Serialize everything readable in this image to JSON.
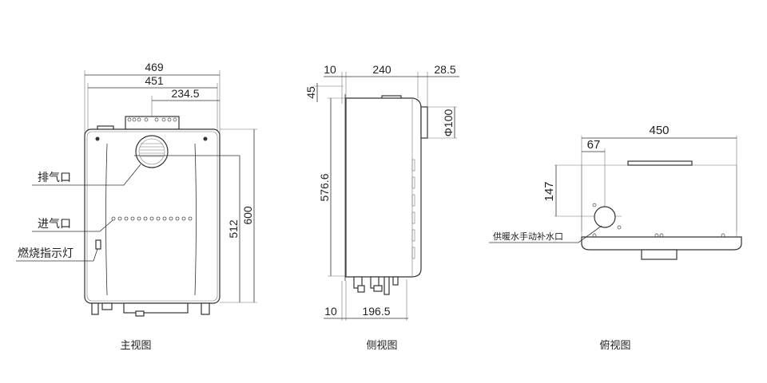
{
  "front_view": {
    "caption": "主视图",
    "dims": {
      "overall_width": "469",
      "body_width": "451",
      "vent_offset": "234.5",
      "vent_height": "512",
      "overall_height": "600"
    },
    "labels": {
      "exhaust": "排气口",
      "intake": "进气口",
      "indicator": "燃烧指示灯"
    }
  },
  "side_view": {
    "caption": "侧视图",
    "dims": {
      "top_gap": "10",
      "depth": "240",
      "vent_protrusion": "28.5",
      "top_offset": "45",
      "height": "576.6",
      "vent_diameter": "Φ100",
      "bottom_gap": "10",
      "bottom_depth": "196.5"
    }
  },
  "top_view": {
    "caption": "俯视图",
    "dims": {
      "width": "450",
      "port_x": "67",
      "port_y": "147"
    },
    "labels": {
      "refill_port": "供暖水手动补水口"
    }
  }
}
